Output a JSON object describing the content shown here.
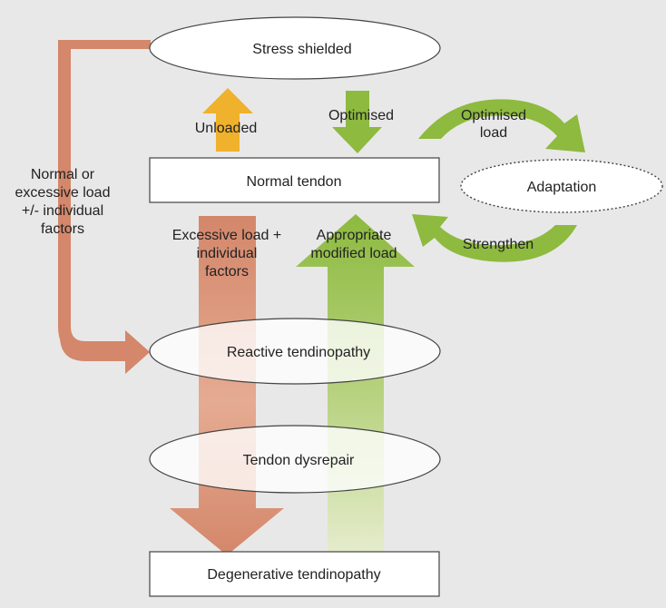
{
  "nodes": {
    "stress_shielded": "Stress shielded",
    "normal_tendon": "Normal tendon",
    "adaptation": "Adaptation",
    "reactive": "Reactive tendinopathy",
    "dysrepair": "Tendon dysrepair",
    "degenerative": "Degenerative tendinopathy"
  },
  "labels": {
    "unloaded": "Unloaded",
    "optimised": "Optimised",
    "optimised_load_1": "Optimised",
    "optimised_load_2": "load",
    "strengthen": "Strengthen",
    "normal_excessive_1": "Normal or",
    "normal_excessive_2": "excessive load",
    "normal_excessive_3": "+/- individual",
    "normal_excessive_4": "factors",
    "excessive_1": "Excessive load +",
    "excessive_2": "individual",
    "excessive_3": "factors",
    "appropriate_1": "Appropriate",
    "appropriate_2": "modified load"
  },
  "colors": {
    "background": "#e8e8e8",
    "terracotta": "#d4876a",
    "green": "#8dba3f",
    "light_green": "#c9dca1",
    "amber": "#f0b12c",
    "box_fill": "#ffffff",
    "stroke": "#444444"
  }
}
